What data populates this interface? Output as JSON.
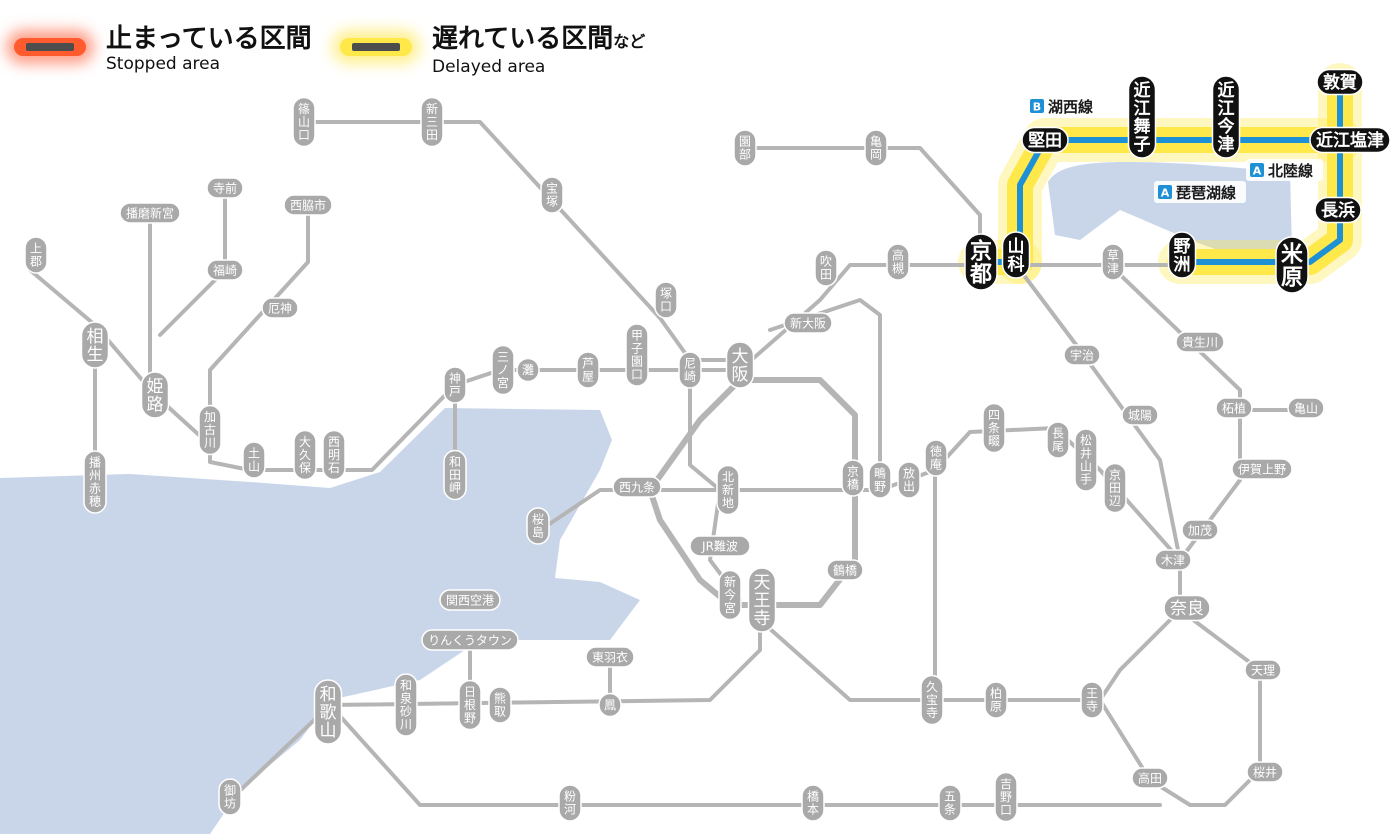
{
  "legend": {
    "stopped": {
      "ja": "止まっている区間",
      "en": "Stopped area",
      "color": "#ff5b2e"
    },
    "delayed": {
      "ja": "遅れている区間",
      "ja_suffix": "など",
      "en": "Delayed area",
      "color": "#ffe84a"
    }
  },
  "colors": {
    "line_gray": "#b5b5b5",
    "station_gray": "#a9a9a9",
    "water": "#c9d6ea",
    "active_line": "#1e90d6",
    "delay_glow": "#ffe84a",
    "active_station": "#111111"
  },
  "line_badges": [
    {
      "code": "B",
      "name": "湖西線"
    },
    {
      "code": "A",
      "name": "北陸線"
    },
    {
      "code": "A",
      "name": "琵琶湖線"
    }
  ],
  "active_stations": [
    "堅田",
    "近江舞子",
    "近江今津",
    "敦賀",
    "近江塩津",
    "長浜",
    "米原",
    "野洲",
    "山科",
    "京都"
  ],
  "stations": [
    "篠山口",
    "新三田",
    "園部",
    "亀岡",
    "宝塚",
    "寺前",
    "播磨新宮",
    "西脇市",
    "福崎",
    "上郡",
    "相生",
    "厄神",
    "姫路",
    "加古川",
    "土山",
    "大久保",
    "西明石",
    "神戸",
    "和田岬",
    "三ノ宮",
    "灘",
    "芦屋",
    "甲子園口",
    "尼崎",
    "大阪",
    "塚口",
    "新大阪",
    "吹田",
    "高槻",
    "草津",
    "宇治",
    "貴生川",
    "柘植",
    "亀山",
    "城陽",
    "四条畷",
    "長尾",
    "松井山手",
    "京田辺",
    "徳庵",
    "放出",
    "鴫野",
    "京橋",
    "北新地",
    "西九条",
    "桜島",
    "JR難波",
    "新今宮",
    "天王寺",
    "鶴橋",
    "伊賀上野",
    "加茂",
    "木津",
    "奈良",
    "天理",
    "王寺",
    "柏原",
    "久宝寺",
    "関西空港",
    "りんくうタウン",
    "東羽衣",
    "鳳",
    "熊取",
    "日根野",
    "和泉砂川",
    "和歌山",
    "御坊",
    "粉河",
    "橋本",
    "五条",
    "吉野口",
    "高田",
    "桜井",
    "播州赤穂"
  ]
}
